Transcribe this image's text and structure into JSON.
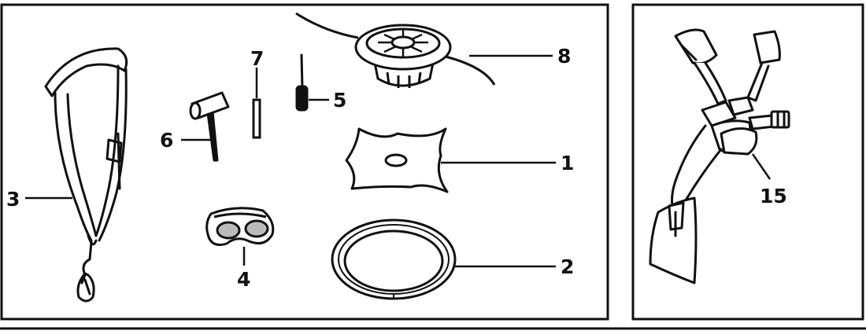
{
  "colors": {
    "ink": "#111111",
    "paper": "#ffffff",
    "shade": "#d9d9d9"
  },
  "callouts": {
    "c1": "1",
    "c2": "2",
    "c3": "3",
    "c4": "4",
    "c5": "5",
    "c6": "6",
    "c7": "7",
    "c8": "8",
    "c15": "15"
  },
  "parts": {
    "p1": "blade-guard-plate-icon",
    "p2": "gasket-ring-icon",
    "p3": "shoulder-strap-icon",
    "p4": "safety-goggles-icon",
    "p5": "screwdriver-icon",
    "p6": "socket-wrench-icon",
    "p7": "locking-pin-icon",
    "p8": "trimmer-head-icon",
    "p15": "harness-icon"
  }
}
